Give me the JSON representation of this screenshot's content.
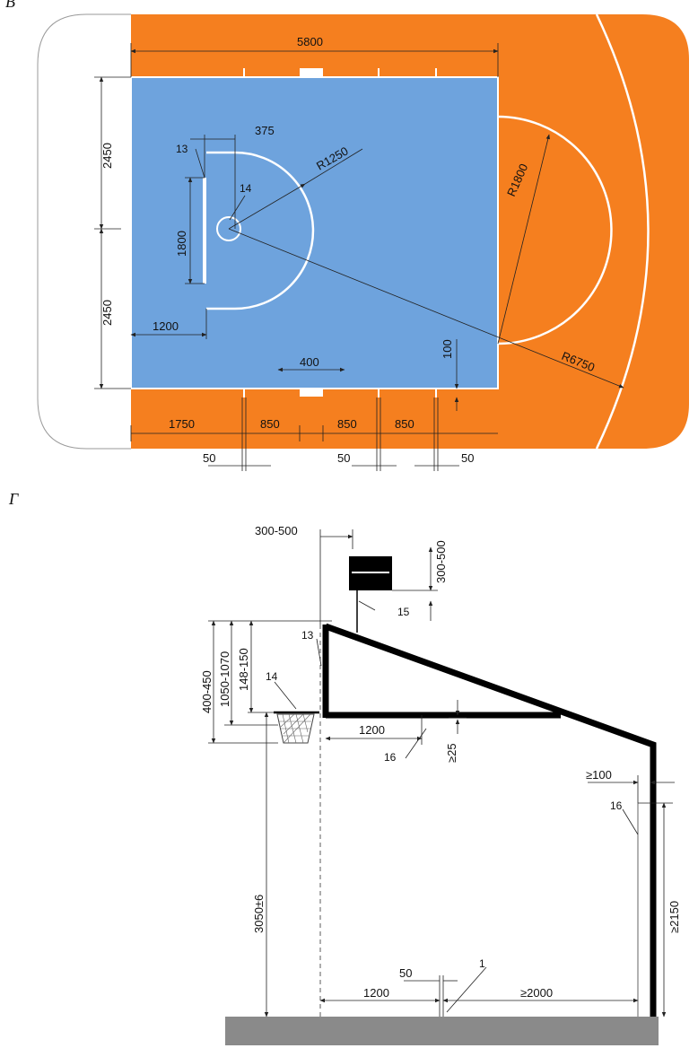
{
  "figure_v": {
    "letter": "В",
    "dims": {
      "total_width": "5800",
      "top_half": "2450",
      "bottom_half": "2450",
      "backboard_len": "1800",
      "offset_375": "375",
      "radius_1250": "R1250",
      "radius_1800": "R1800",
      "radius_6750": "R6750",
      "edge_1200": "1200",
      "box_400": "400",
      "line_100": "100",
      "seg_1750": "1750",
      "seg_850_a": "850",
      "seg_850_b": "850",
      "seg_850_c": "850",
      "gap_50_a": "50",
      "gap_50_b": "50",
      "gap_50_c": "50"
    },
    "labels": {
      "l13": "13",
      "l14": "14"
    },
    "colors": {
      "court": "#6ea3dd",
      "zone": "#f57f1f",
      "line": "#ffffff"
    }
  },
  "figure_g": {
    "letter": "Г",
    "dims": {
      "d300_500_h": "300-500",
      "d300_500_v": "300-500",
      "d400_450": "400-450",
      "d1050_1070": "1050-1070",
      "d148_150": "148-150",
      "d1200_top": "1200",
      "d25": "≥25",
      "d100": "≥100",
      "d3050": "3050±6",
      "d2150": "≥2150",
      "d50": "50",
      "d1200_bottom": "1200",
      "d2000": "≥2000"
    },
    "labels": {
      "l13": "13",
      "l14": "14",
      "l15": "15",
      "l16a": "16",
      "l16b": "16",
      "l1": "1"
    },
    "colors": {
      "ground": "#8a8a8a",
      "frame": "#000000"
    }
  }
}
